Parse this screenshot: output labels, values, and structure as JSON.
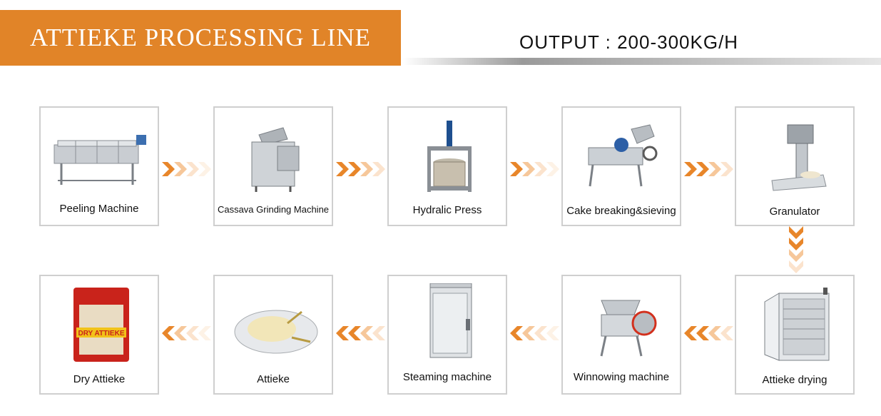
{
  "header": {
    "title": "ATTIEKE PROCESSING LINE",
    "output": "OUTPUT : 200-300KG/H"
  },
  "colors": {
    "accent": "#e18428",
    "arrow": "#e8862a",
    "card_border": "#cfcfcf"
  },
  "steps_row1": [
    {
      "label": "Peeling Machine",
      "icon": "peeling-machine-icon"
    },
    {
      "label": "Cassava Grinding Machine",
      "icon": "grinding-machine-icon"
    },
    {
      "label": "Hydralic Press",
      "icon": "hydraulic-press-icon"
    },
    {
      "label": "Cake breaking&sieving",
      "icon": "sieving-machine-icon"
    },
    {
      "label": "Granulator",
      "icon": "granulator-icon"
    }
  ],
  "steps_row2": [
    {
      "label": "Dry Attieke",
      "icon": "dry-attieke-bag-icon"
    },
    {
      "label": "Attieke",
      "icon": "attieke-plate-icon"
    },
    {
      "label": "Steaming machine",
      "icon": "steaming-cabinet-icon"
    },
    {
      "label": "Winnowing machine",
      "icon": "winnowing-machine-icon"
    },
    {
      "label": "Attieke drying",
      "icon": "drying-oven-icon"
    }
  ],
  "bag_text": "DRY ATTIEKE"
}
